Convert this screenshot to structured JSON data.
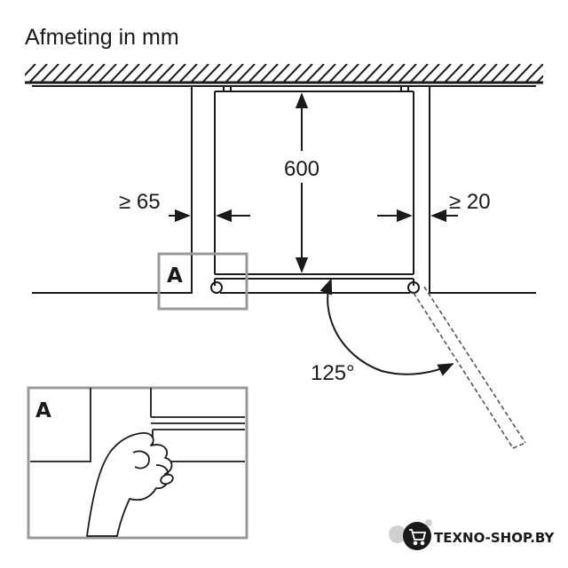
{
  "title": "Afmeting in mm",
  "dimensions": {
    "height": "600",
    "left_gap": "≥ 65",
    "right_gap": "≥ 20",
    "door_angle": "125°"
  },
  "detail_marker": "A",
  "detail_label": "A",
  "watermark": {
    "text": "TEXNO-SHOP.BY",
    "icon": "shopping-cart-icon"
  },
  "colors": {
    "line": "#1a1a1a",
    "detail_frame": "#999999",
    "door_open": "#555555"
  }
}
